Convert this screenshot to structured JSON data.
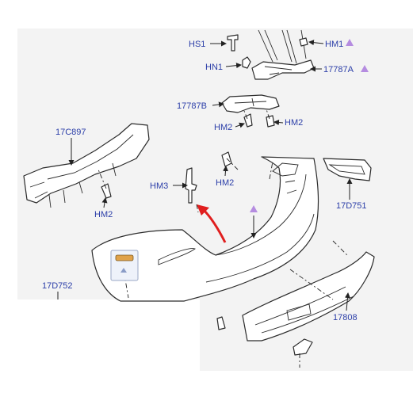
{
  "callouts": {
    "hs1": "HS1",
    "hm1": "HM1",
    "hn1": "HN1",
    "p17787a": "17787A",
    "p17787b": "17787B",
    "hm2_right_a": "HM2",
    "hm2_right_b": "HM2",
    "p17c897": "17C897",
    "hm2_left": "HM2",
    "hm3": "HM3",
    "hm2_center": "HM2",
    "p17d751": "17D751",
    "p17d752": "17D752",
    "p17808": "17808"
  },
  "colors": {
    "label_text": "#2b3ea8",
    "marker_triangle": "#b58ce0",
    "install_arrow": "#e01e1e",
    "panel_background": "#f3f3f3"
  }
}
